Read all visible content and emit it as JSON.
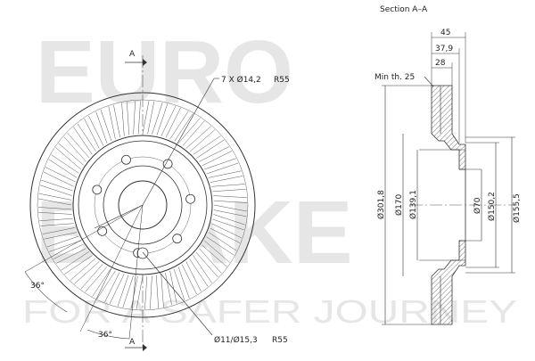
{
  "watermark": {
    "line1": "EURO",
    "line2": "BRAKE",
    "tagline": "FOR A SAFER JOURNEY"
  },
  "front_view": {
    "section_marker_top": "A",
    "section_marker_bottom": "A",
    "bolt_callout": "7 X Ø14,2",
    "bolt_radius": "R55",
    "hole_callout": "Ø11/Ø15,3",
    "hole_radius": "R55",
    "angle_left": "36°",
    "angle_bottom": "36°"
  },
  "section_view": {
    "title": "Section A–A",
    "min_thickness": "Min th. 25",
    "dim_width": "45",
    "dim_hat": "37,9",
    "dim_flange": "28",
    "dia_outer": "Ø301,8",
    "dia_hat_outer": "Ø170",
    "dia_hat_inner": "Ø139,1",
    "dia_center_bore": "Ø70",
    "dia_150": "Ø150,2",
    "dia_155": "Ø155,5"
  },
  "colors": {
    "line": "#333333",
    "watermark": "#e6e6e6",
    "hatch": "#555555"
  }
}
